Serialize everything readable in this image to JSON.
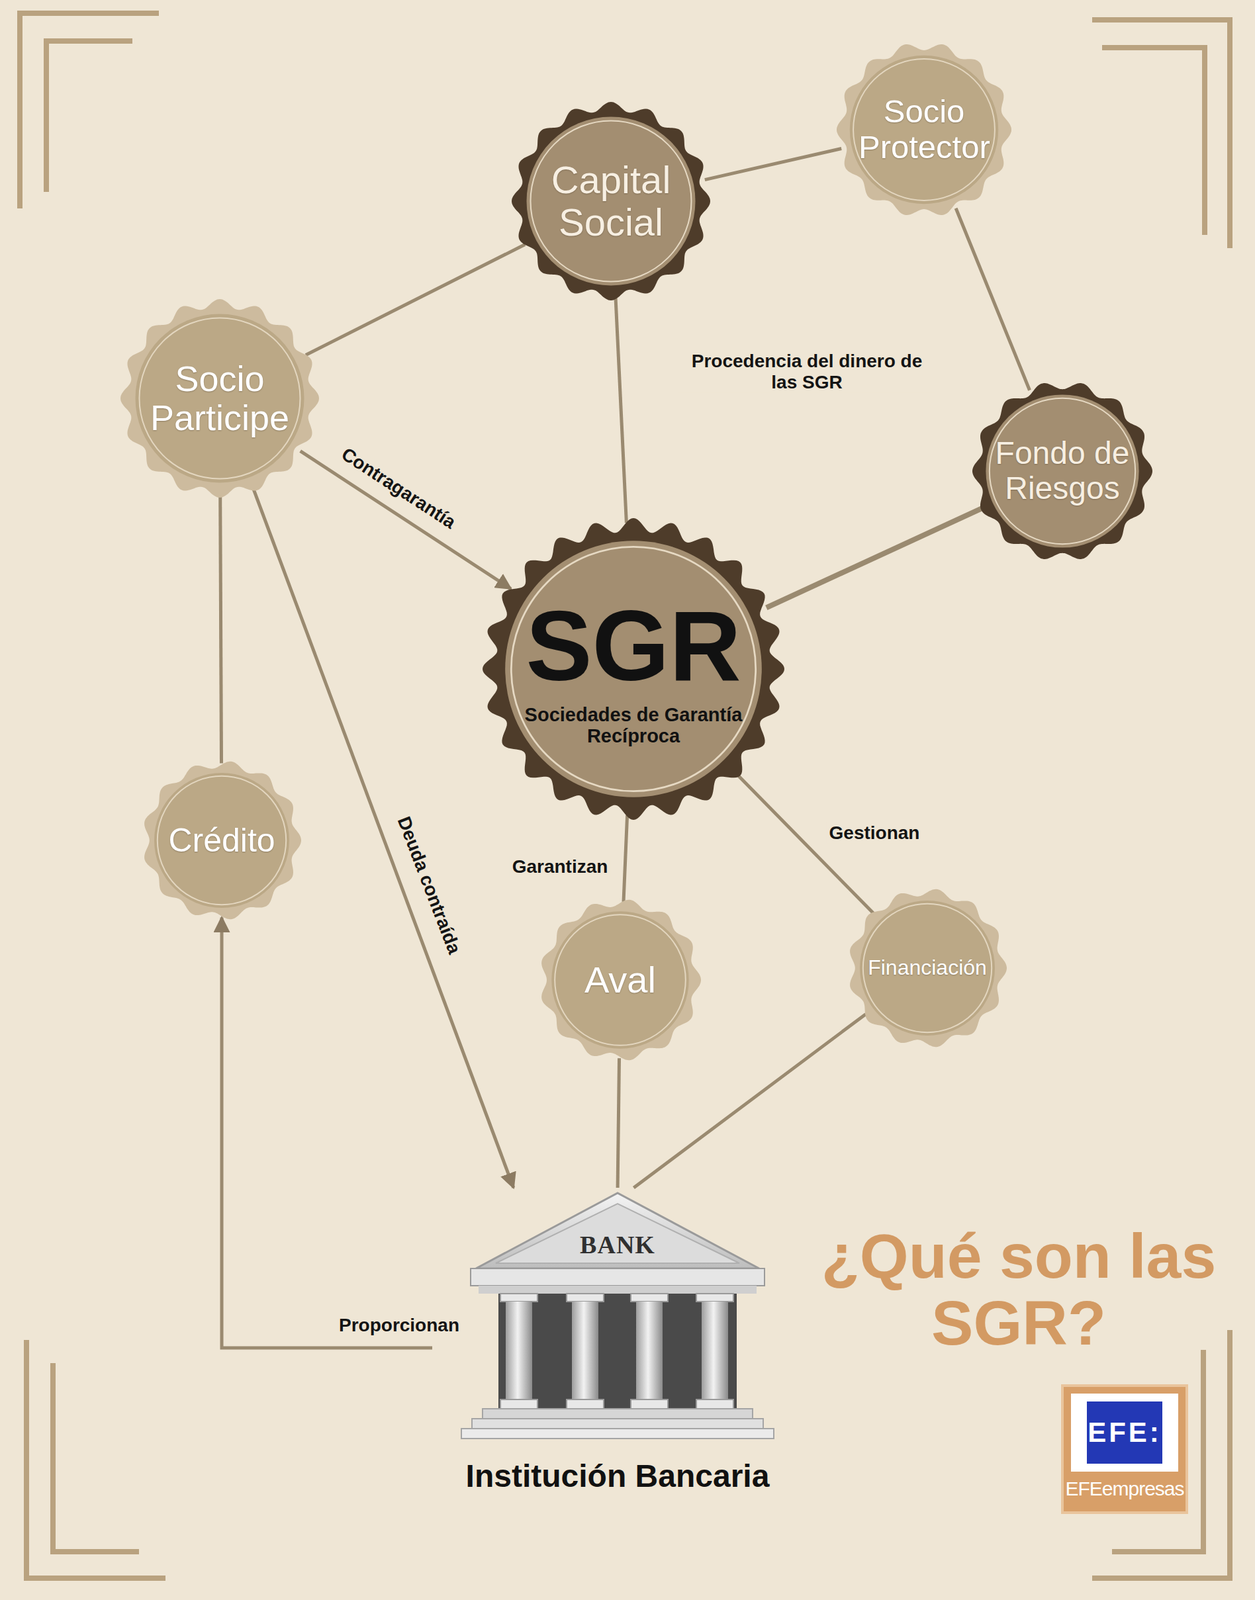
{
  "diagram": {
    "title": "¿Qué son las SGR?",
    "nodes": [
      {
        "text": [
          "Capital Social"
        ]
      },
      {
        "text": [
          "Socio Protector"
        ]
      },
      {
        "text": [
          "Socio Participe"
        ]
      },
      {
        "text": [
          "Fondo de Riesgos"
        ]
      },
      {
        "text": [
          "SGR",
          "Sociedades de Garantía Recíproca"
        ]
      },
      {
        "text": [
          "Crédito"
        ]
      },
      {
        "text": [
          "Aval"
        ]
      },
      {
        "text": [
          "Financiación"
        ]
      },
      {
        "text": [
          "BANK",
          "Institución Bancaria"
        ]
      }
    ],
    "edges": [
      {
        "from": 0,
        "to": 1,
        "arrow": "none"
      },
      {
        "from": 2,
        "to": 0,
        "arrow": "none"
      },
      {
        "from": 1,
        "to": 3,
        "arrow": "none"
      },
      {
        "from": 0,
        "to": 4,
        "arrow": "none"
      },
      {
        "from": 3,
        "to": 4,
        "arrow": "none"
      },
      {
        "from": 2,
        "to": 4,
        "label": "Contragarantía",
        "arrow": "to"
      },
      {
        "from": 2,
        "to": 5,
        "arrow": "none"
      },
      {
        "from": 2,
        "to": 8,
        "label": "Deuda contraída",
        "arrow": "to"
      },
      {
        "from": 4,
        "to": 6,
        "label": "Garantizan",
        "arrow": "none"
      },
      {
        "from": 4,
        "to": 7,
        "label": "Gestionan",
        "arrow": "none"
      },
      {
        "from": 6,
        "to": 8,
        "arrow": "none"
      },
      {
        "from": 7,
        "to": 8,
        "arrow": "none"
      },
      {
        "from": 8,
        "to": 5,
        "label": "Proporcionan",
        "arrow": "to"
      }
    ],
    "labels": [
      "Procedencia del dinero de las SGR",
      "EFE:",
      "EFEempresas"
    ]
  }
}
